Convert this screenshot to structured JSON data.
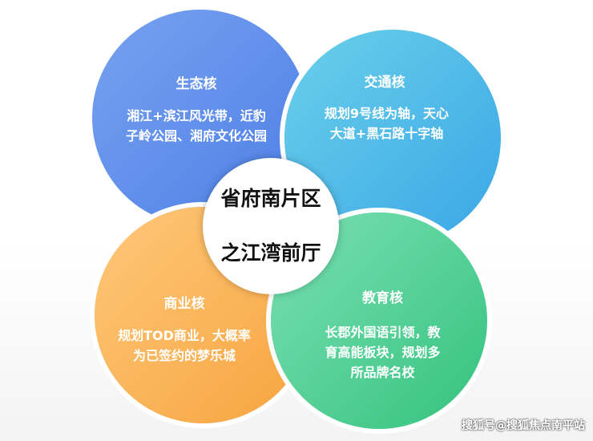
{
  "center": {
    "line1": "省府南片区",
    "line2": "之江湾前厅"
  },
  "circles": [
    {
      "title": "生态核",
      "lines": [
        "湘江+滨江风光带，近豹",
        "子岭公园、湘府文化公园"
      ],
      "color": "#5b8ae9"
    },
    {
      "title": "交通核",
      "lines": [
        "规划9号线为轴，天心",
        "大道+黑石路十字轴"
      ],
      "color": "#4bb7e8"
    },
    {
      "title": "商业核",
      "lines": [
        "规划TOD商业，大概率",
        "为已签约的梦乐城"
      ],
      "color": "#fbb456"
    },
    {
      "title": "教育核",
      "lines": [
        "长郡外国语引领，教",
        "育高能板块，规划多",
        "所品牌名校"
      ],
      "color": "#4dcc8f"
    }
  ],
  "watermark": "搜狐号@搜狐焦点南平站"
}
